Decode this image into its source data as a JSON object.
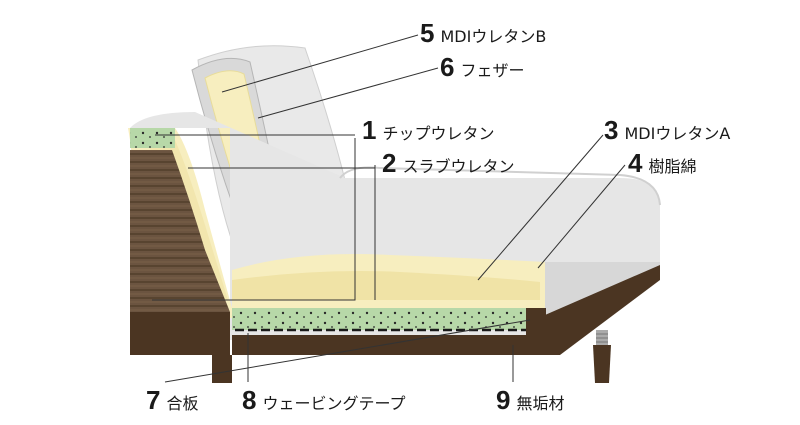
{
  "diagram": {
    "colors": {
      "fabric": "#e6e6e6",
      "fabric_shadow": "#d2d2d2",
      "cushion_cream": "#f7eebf",
      "cushion_yellow": "#f0e3a6",
      "chip_green": "#b7d8a8",
      "plywood": "#5a4632",
      "wood": "#4b3522",
      "frame_dark": "#3f2d1c",
      "line": "#333333"
    }
  },
  "labels": [
    {
      "id": "mdi-b",
      "number": "5",
      "text": "MDIウレタンB"
    },
    {
      "id": "feather",
      "number": "6",
      "text": "フェザー"
    },
    {
      "id": "chip",
      "number": "1",
      "text": "チップウレタン"
    },
    {
      "id": "mdi-a",
      "number": "3",
      "text": "MDIウレタンA"
    },
    {
      "id": "slab",
      "number": "2",
      "text": "スラブウレタン"
    },
    {
      "id": "resin-cotton",
      "number": "4",
      "text": "樹脂綿"
    },
    {
      "id": "plywood",
      "number": "7",
      "text": "合板"
    },
    {
      "id": "webbing",
      "number": "8",
      "text": "ウェービングテープ"
    },
    {
      "id": "solid-wood",
      "number": "9",
      "text": "無垢材"
    }
  ]
}
